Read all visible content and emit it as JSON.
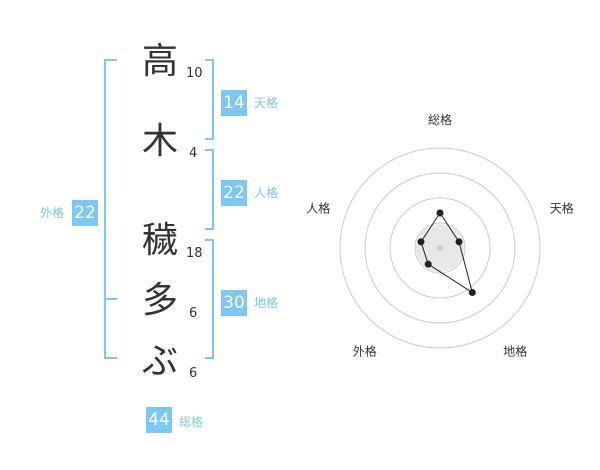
{
  "name": {
    "characters": [
      {
        "char": "高",
        "strokes": "10"
      },
      {
        "char": "木",
        "strokes": "4"
      },
      {
        "char": "穢",
        "strokes": "18"
      },
      {
        "char": "多",
        "strokes": "6"
      },
      {
        "char": "ぶ",
        "strokes": "6"
      }
    ]
  },
  "kakusu": {
    "tenkaku": {
      "value": "14",
      "label": "天格"
    },
    "jinkaku": {
      "value": "22",
      "label": "人格"
    },
    "chikaku": {
      "value": "30",
      "label": "地格"
    },
    "gaikaku": {
      "value": "22",
      "label": "外格"
    },
    "soukaku": {
      "value": "44",
      "label": "総格"
    }
  },
  "colors": {
    "accent": "#7cc8f2",
    "text": "#333333",
    "ring": "#cccccc",
    "fill": "#e8e8e8",
    "line": "#222222"
  },
  "chart_data": {
    "type": "radar",
    "axes": [
      "総格",
      "天格",
      "地格",
      "外格",
      "人格"
    ],
    "values": [
      0.35,
      0.2,
      0.55,
      0.2,
      0.2
    ],
    "rings": 4
  }
}
